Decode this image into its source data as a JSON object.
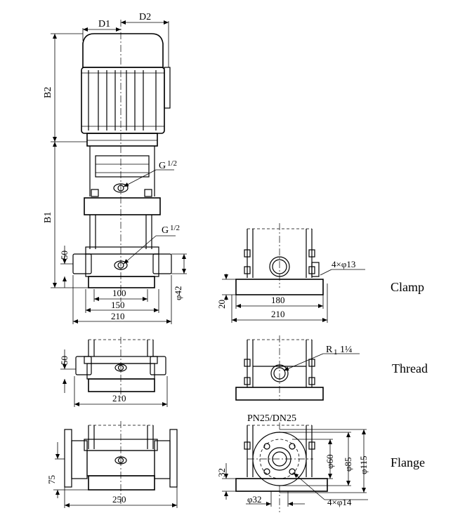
{
  "dimensions": {
    "d1": "D1",
    "d2": "D2",
    "b1": "B1",
    "b2": "B2",
    "g_upper": "G",
    "g_upper_frac": "1/2",
    "g_lower": "G",
    "g_lower_frac": "1/2",
    "h50_main": "50",
    "h42": "φ42",
    "w100": "100",
    "w150": "150",
    "w210_main": "210",
    "clamp_holes": "4×φ13",
    "clamp_h20": "20",
    "clamp_w180": "180",
    "clamp_w210": "210",
    "thread_spec": "R",
    "thread_spec_sub": "1",
    "thread_spec_size": "1¼",
    "thread_h50": "50",
    "thread_w210": "210",
    "flange_spec": "PN25/DN25",
    "flange_d60": "φ60",
    "flange_d85": "φ85",
    "flange_d115": "φ115",
    "flange_h32": "32",
    "flange_d32": "φ32",
    "flange_holes": "4×φ14",
    "flange_h75": "75",
    "flange_w250": "250"
  },
  "labels": {
    "clamp": "Clamp",
    "thread": "Thread",
    "flange": "Flange"
  }
}
